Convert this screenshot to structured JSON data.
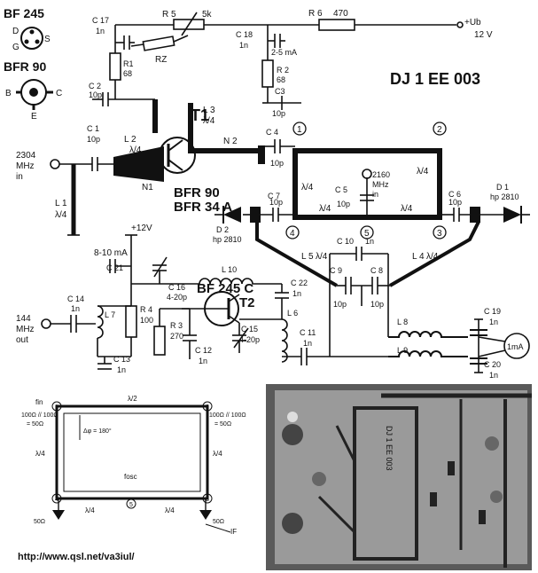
{
  "header": {
    "fet_type": "BF 245",
    "bjt_type": "BFR 90",
    "pins_fet": [
      "D",
      "S",
      "G"
    ],
    "pins_bjt": [
      "B",
      "C",
      "E"
    ],
    "title": "DJ 1 EE 003"
  },
  "supply": {
    "ub": "+Ub",
    "ub_volt": "12 V",
    "plus12": "+12V",
    "current_t2": "8-10 mA",
    "current_t1": "2-5 mA"
  },
  "parts": {
    "r5": "R 5",
    "r5v": "5k",
    "r6": "R 6",
    "r6v": "470",
    "rz": "RZ",
    "c17": "C 17",
    "c17v": "1n",
    "r1": "R1",
    "r1v": "68",
    "c2": "C 2",
    "c2v": "10p",
    "c18": "C 18",
    "c18v": "1n",
    "r2": "R 2",
    "r2v": "68",
    "c3": "C3",
    "c3v": "10p",
    "l2": "L 2",
    "l2v": "λ/4",
    "t1": "T1",
    "l3": "L 3",
    "l3v": "λ/4",
    "n2": "N 2",
    "c4": "C 4",
    "c4v": "10p",
    "c1": "C 1",
    "c1v": "10p",
    "l1": "L 1",
    "l1v": "λ/4",
    "n1": "N1",
    "bfr90": "BFR 90",
    "bfr34": "BFR 34 A",
    "c5": "C 5",
    "c5v": "10p",
    "mhz2160": "2160",
    "mhz2160b": "MHz",
    "in2160": "in",
    "c7": "C 7",
    "c7v": "10p",
    "c6": "C 6",
    "c6v": "10p",
    "d1": "D 1",
    "d1v": "hp 2810",
    "d2": "D 2",
    "d2v": "hp 2810",
    "c10": "C 10",
    "c10v": "1n",
    "l5": "L 5",
    "l5v": "λ/4",
    "l4": "L 4",
    "l4v": "λ/4",
    "c9": "C 9",
    "c9v": "10p",
    "c8": "C 8",
    "c8v": "10p",
    "c21": "C 21",
    "c16": "C 16",
    "c16v": "4-20p",
    "l10": "L 10",
    "bf245c": "BF 245 C",
    "t2": "T2",
    "c22": "C 22",
    "c22v": "1n",
    "c14": "C 14",
    "c14v": "1n",
    "l7": "L 7",
    "r4": "R 4",
    "r4v": "100",
    "r3": "R 3",
    "r3v": "270",
    "c15": "C 15",
    "c15v": "4-20p",
    "l6": "L 6",
    "c11": "C 11",
    "c11v": "1n",
    "c13": "C 13",
    "c13v": "1n",
    "c12": "C 12",
    "c12v": "1n",
    "l8": "L 8",
    "l9": "L 9",
    "c19": "C 19",
    "c19v": "1n",
    "c20": "C 20",
    "c20v": "1n",
    "meter": "1mA"
  },
  "ports": {
    "in_freq": "2304",
    "in_unit": "MHz",
    "in_word": "in",
    "out_freq": "144",
    "out_unit": "MHz",
    "out_word": "out"
  },
  "ring": {
    "q": "λ/4",
    "h": "λ/2",
    "n1": "1",
    "n2": "2",
    "n3": "3",
    "n4": "4",
    "n5": "5"
  },
  "inset": {
    "fin": "fin",
    "z1a": "100Ω // 100Ω",
    "z1b": "= 50Ω",
    "z2a": "100Ω // 100Ω",
    "z2b": "= 50Ω",
    "phase": "Δφ = 180°",
    "fosc": "fosc",
    "r50a": "50Ω",
    "r50b": "50Ω",
    "if": "IF",
    "half": "λ/2",
    "q": "λ/4"
  },
  "footer": {
    "url": "http://www.qsl.net/va3iul/"
  }
}
